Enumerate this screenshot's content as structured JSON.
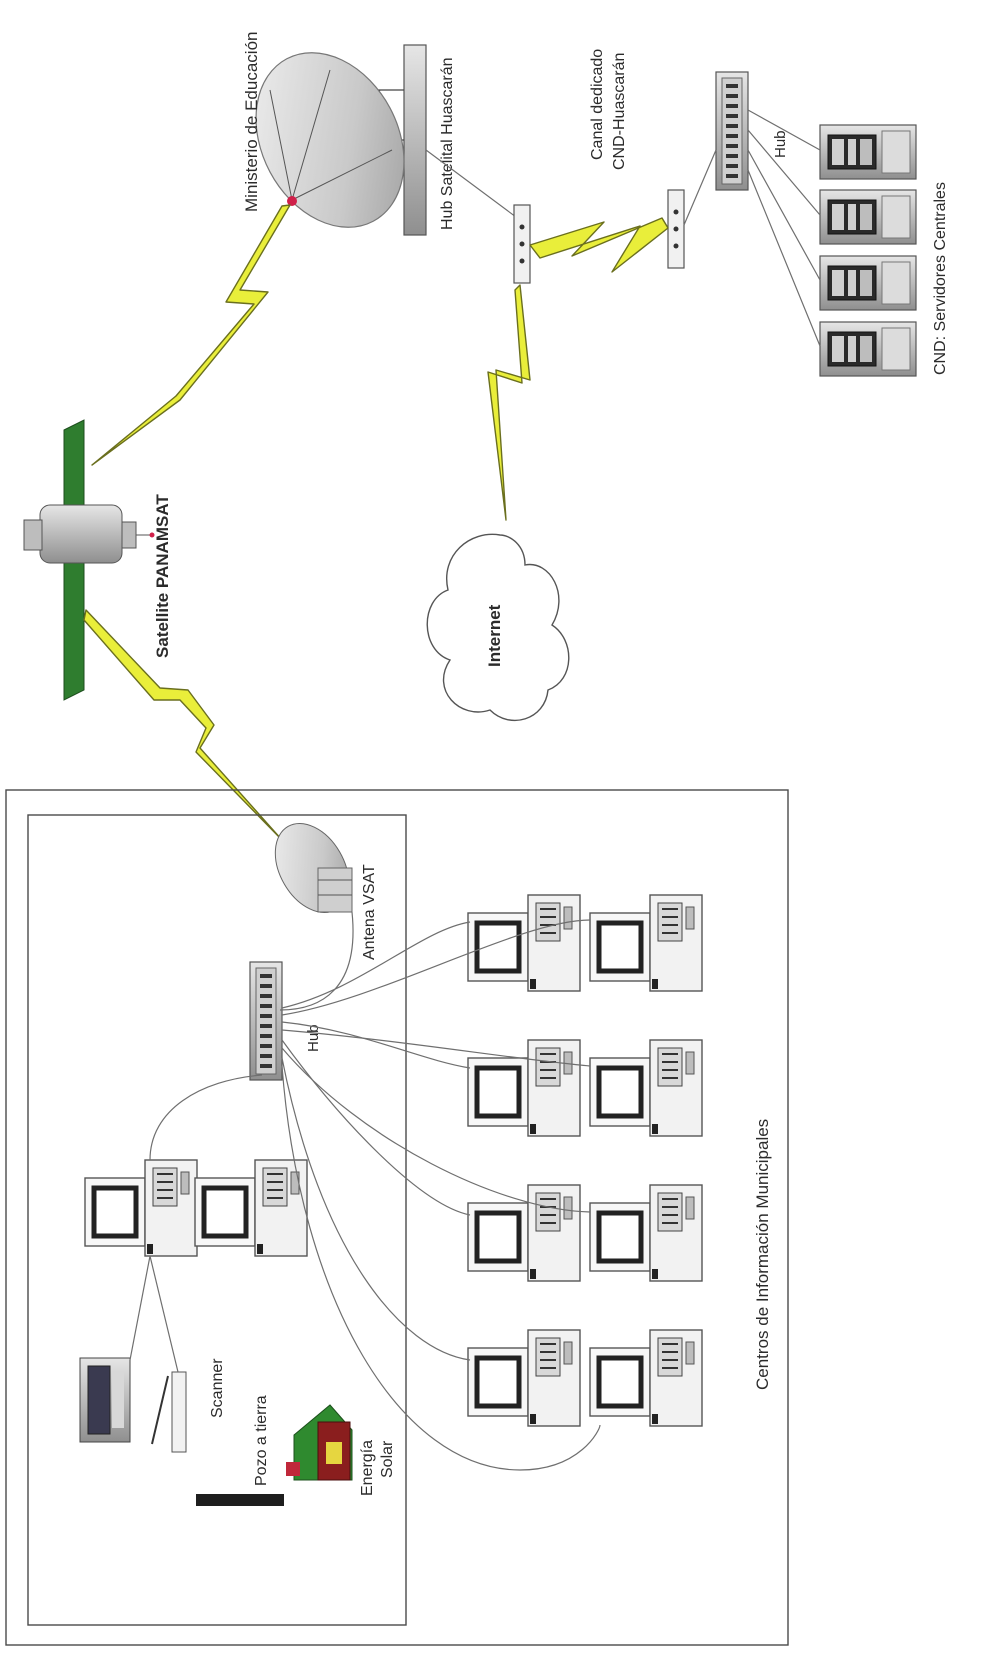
{
  "labels": {
    "ministerio": "Ministerio de Educación",
    "hub_satelital": "Hub Satelital Huascarán",
    "canal_line1": "Canal dedicado",
    "canal_line2": "CND-Huascarán",
    "hub_top": "Hub",
    "cnd_servers": "CND: Servidores Centrales",
    "satellite": "Satellite PANAMSAT",
    "internet": "Internet",
    "antena": "Antena VSAT",
    "hub_local": "Hub",
    "centros": "Centros de Información Municipales",
    "scanner": "Scanner",
    "pozo": "Pozo a tierra",
    "energia_line1": "Energía",
    "energia_line2": "Solar"
  },
  "colors": {
    "bolt_fill": "#e9ee3a",
    "solar_panel": "#2f7d2f",
    "house_roof": "#2f8a2f",
    "house_wall": "#8a1e1e",
    "house_window": "#e6d640",
    "chimney": "#c0283a",
    "pozo_bar": "#1e1e1e"
  }
}
